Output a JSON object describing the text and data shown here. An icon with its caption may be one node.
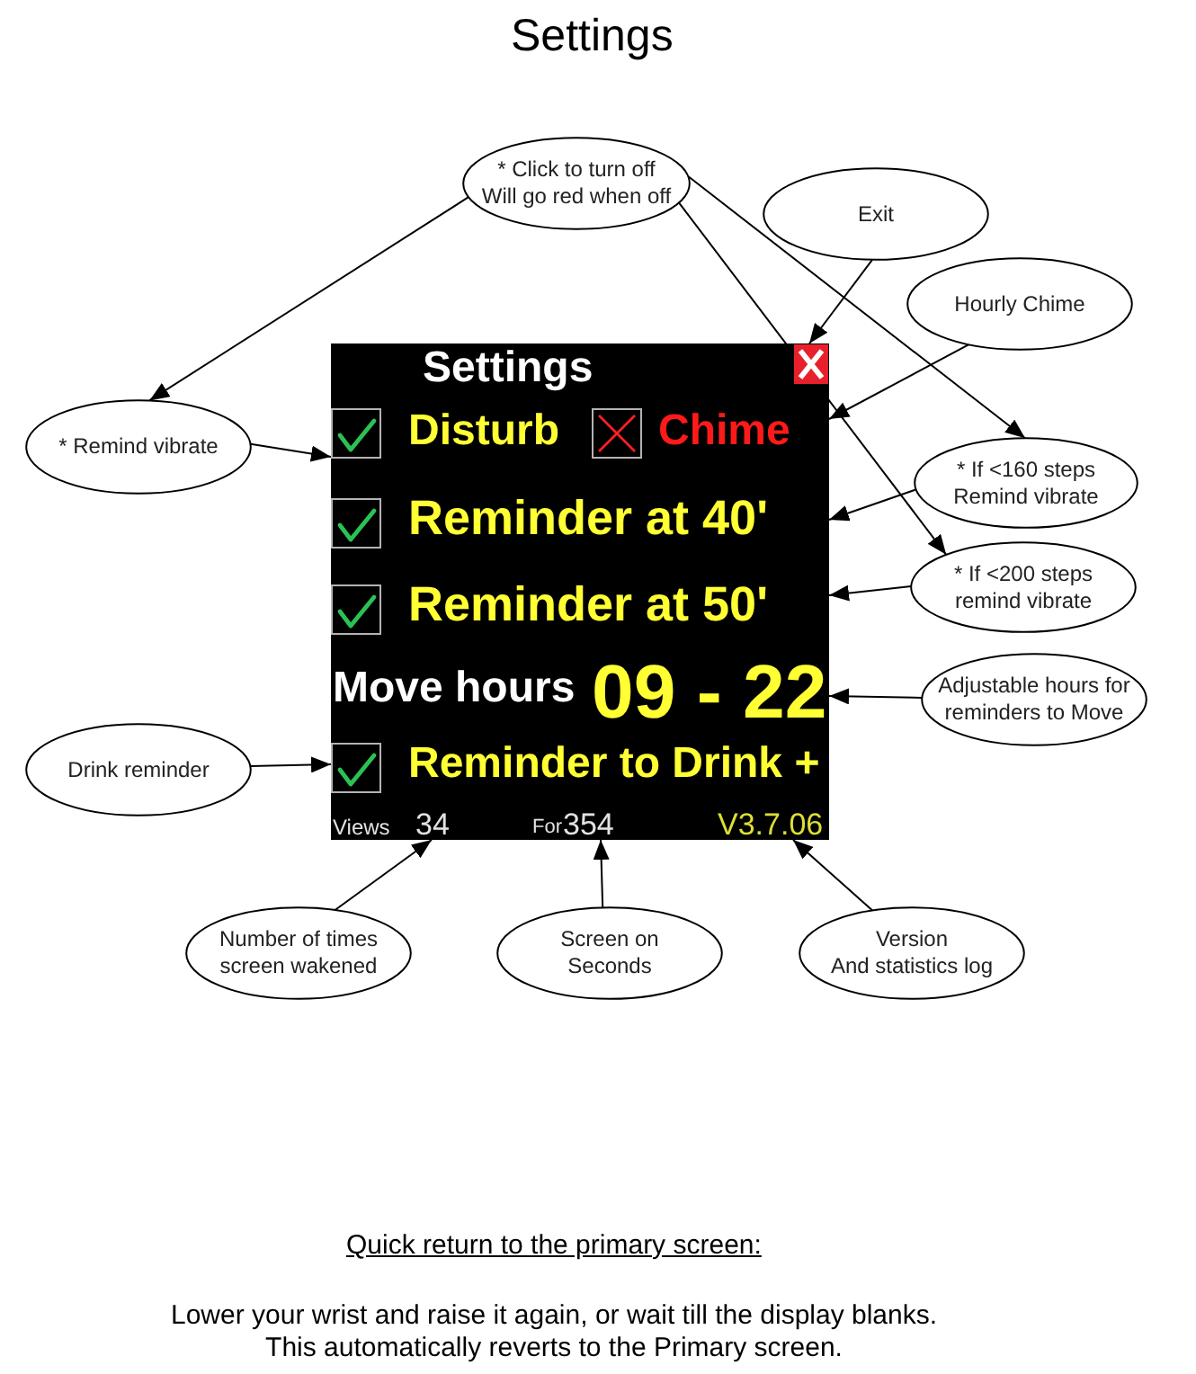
{
  "diagram": {
    "title": "Settings",
    "nodes": [
      {
        "text": [
          "* Click to turn off Will go red when off"
        ]
      },
      {
        "text": [
          "Exit"
        ]
      },
      {
        "text": [
          "Hourly Chime"
        ]
      },
      {
        "text": [
          "Settings"
        ]
      },
      {
        "text": [],
        "shape": "box",
        "in": 3
      },
      {
        "text": [],
        "shape": "box",
        "in": 3
      },
      {
        "text": [],
        "shape": "box",
        "in": 3
      },
      {
        "text": [
          "Chime"
        ],
        "in": 3
      },
      {
        "text": [],
        "shape": "box",
        "in": 3
      },
      {
        "text": [
          "Reminder at 40'"
        ],
        "in": 3
      },
      {
        "text": [],
        "shape": "box",
        "in": 3
      },
      {
        "text": [
          "Reminder at 50'"
        ],
        "in": 3
      },
      {
        "text": [
          "09 - 22"
        ],
        "in": 3
      },
      {
        "text": [],
        "shape": "box",
        "in": 3
      },
      {
        "text": [
          "34"
        ],
        "in": 3
      },
      {
        "text": [
          "354"
        ],
        "in": 3
      },
      {
        "text": [
          "V3.7.06"
        ],
        "in": 3
      },
      {
        "text": [
          "* Remind vibrate"
        ]
      },
      {
        "text": [
          "* If <160 steps Remind vibrate"
        ]
      },
      {
        "text": [
          "* If <200 steps remind vibrate"
        ]
      },
      {
        "text": [
          "Adjustable hours for reminders to Move"
        ]
      },
      {
        "text": [
          "Drink reminder"
        ]
      },
      {
        "text": [
          "Number of times screen wakened"
        ]
      },
      {
        "text": [
          "Screen on Seconds"
        ]
      },
      {
        "text": [
          "Version And statistics log"
        ]
      }
    ],
    "edges": [
      {
        "from": 0,
        "to": 17,
        "arrow": "to"
      },
      {
        "from": 0,
        "to": 18,
        "arrow": "to"
      },
      {
        "from": 0,
        "to": 19,
        "arrow": "to"
      },
      {
        "from": 1,
        "to": 4,
        "arrow": "to"
      },
      {
        "from": 2,
        "to": 7,
        "arrow": "to"
      },
      {
        "from": 17,
        "to": 5,
        "arrow": "to"
      },
      {
        "from": 18,
        "to": 9,
        "arrow": "to"
      },
      {
        "from": 19,
        "to": 11,
        "arrow": "to"
      },
      {
        "from": 20,
        "to": 12,
        "arrow": "to"
      },
      {
        "from": 21,
        "to": 13,
        "arrow": "to"
      },
      {
        "from": 22,
        "to": 14,
        "arrow": "to"
      },
      {
        "from": 23,
        "to": 15,
        "arrow": "to"
      },
      {
        "from": 24,
        "to": 16,
        "arrow": "to"
      }
    ],
    "labels": [
      "Disturb",
      "Move hours",
      "Reminder to Drink +",
      "Views",
      "For",
      "Quick return to the primary screen:",
      "Lower your wrist and raise it again, or wait till the display blanks. This automatically reverts to the Primary screen."
    ]
  }
}
